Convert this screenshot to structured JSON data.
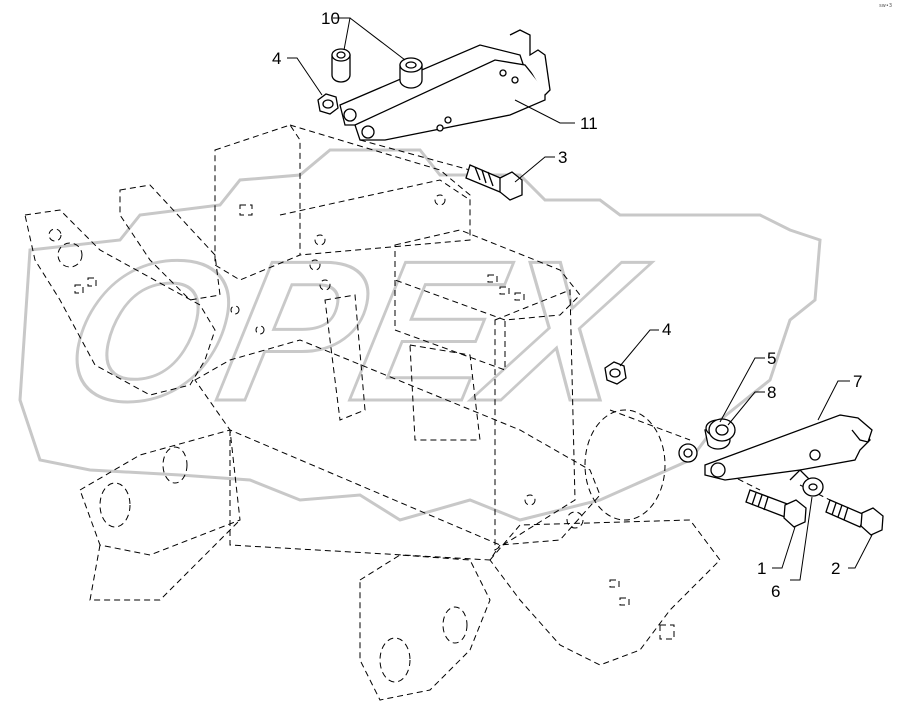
{
  "watermark": {
    "text": "OPEX",
    "color": "#cfcfcf"
  },
  "corner_code": "sw•3",
  "colors": {
    "line": "#000000",
    "dashed": "#000000",
    "background": "#ffffff"
  },
  "callouts": [
    {
      "id": "1",
      "label": "1"
    },
    {
      "id": "2",
      "label": "2"
    },
    {
      "id": "3",
      "label": "3"
    },
    {
      "id": "4a",
      "label": "4"
    },
    {
      "id": "4b",
      "label": "4"
    },
    {
      "id": "5",
      "label": "5"
    },
    {
      "id": "6",
      "label": "6"
    },
    {
      "id": "7",
      "label": "7"
    },
    {
      "id": "8",
      "label": "8"
    },
    {
      "id": "10",
      "label": "10"
    },
    {
      "id": "11",
      "label": "11"
    }
  ]
}
